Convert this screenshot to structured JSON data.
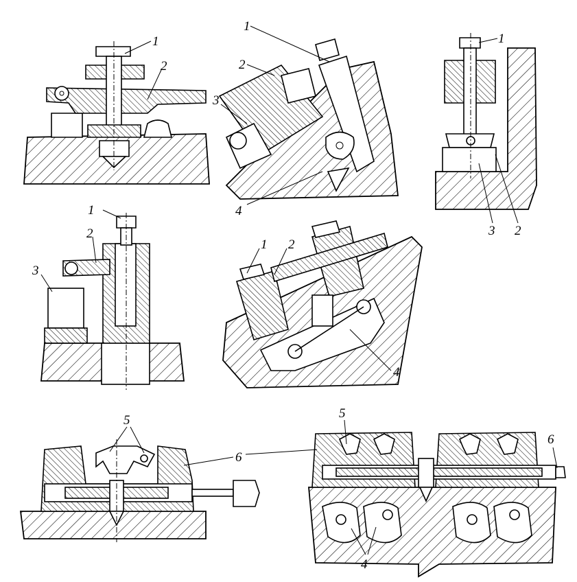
{
  "drawing": {
    "line_color": "#000000",
    "background": "#ffffff",
    "labels": {
      "fig_a": {
        "l1": "1",
        "l2": "2"
      },
      "fig_b": {
        "l1": "1",
        "l2": "2",
        "l3": "3",
        "l4": "4"
      },
      "fig_c": {
        "l1": "1",
        "l2": "2",
        "l3": "3"
      },
      "fig_d": {
        "l1": "1",
        "l2": "2",
        "l3": "3"
      },
      "fig_e": {
        "l1": "1",
        "l2": "2",
        "l4": "4"
      },
      "fig_f": {
        "l5": "5",
        "l6": "6"
      },
      "fig_g": {
        "l4": "4",
        "l5": "5",
        "l6": "6"
      }
    }
  }
}
